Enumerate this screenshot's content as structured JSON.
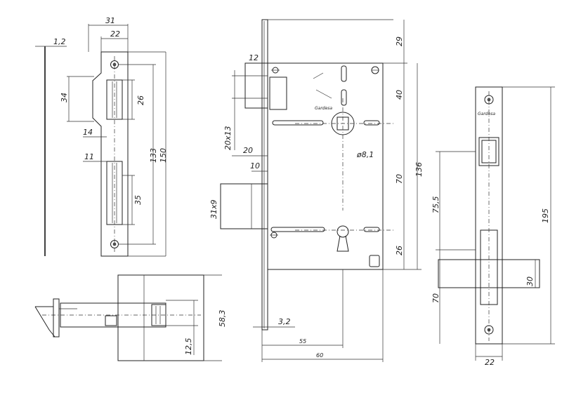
{
  "dimensions": {
    "strike_width_outer": "31",
    "strike_width_inner": "22",
    "strike_thickness": "1,2",
    "latch_opening": "34",
    "latch_opening_h": "26",
    "edge_offset_a": "14",
    "edge_offset_b": "11",
    "strike_pitch": "133",
    "strike_length": "150",
    "bolt_opening": "35",
    "case_top": "29",
    "latch_top": "40",
    "latch_height": "12",
    "latch_size": "20x13",
    "bolt_projection": "20",
    "bolt_inset": "10",
    "deadbolt_size": "31x9",
    "spindle": "8,1",
    "centre_distance": "70",
    "case_height": "136",
    "keyhole_bottom": "26",
    "backset_total": "55",
    "case_width": "60",
    "faceplate_thick": "3,2",
    "bolt_throw": "58,3",
    "bolt_tail": "12,5",
    "faceplate_pitch": "75,5",
    "faceplate_length": "195",
    "faceplate_bolt_w": "30",
    "faceplate_dist": "70",
    "faceplate_width": "22"
  },
  "brand": "Gardesa"
}
